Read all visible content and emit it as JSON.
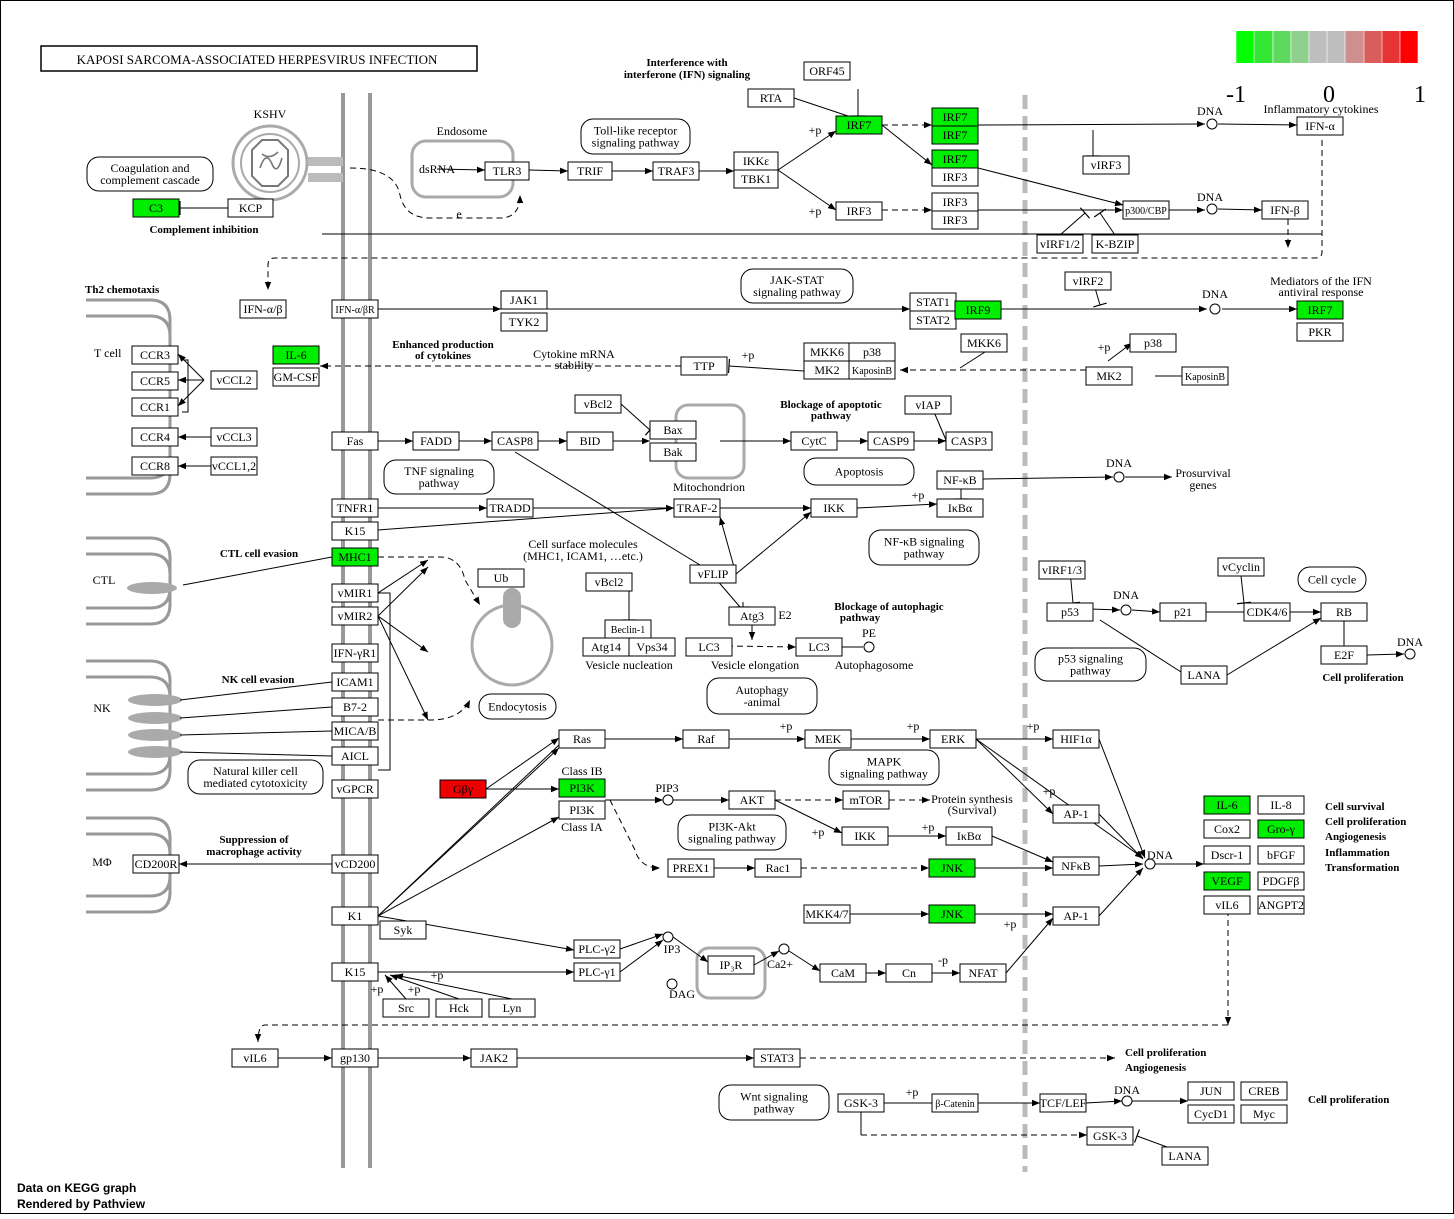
{
  "title": "KAPOSI SARCOMA-ASSOCIATED HERPESVIRUS INFECTION",
  "footer": {
    "line1": "Data on KEGG graph",
    "line2": "Rendered by Pathview"
  },
  "legend": {
    "min_label": "-1",
    "mid_label": "0",
    "max_label": "1",
    "colors": [
      "#00ff00",
      "#33e633",
      "#5ed85e",
      "#8fd08f",
      "#bebebe",
      "#bebebe",
      "#d08f8f",
      "#d85e5e",
      "#e63333",
      "#ff0000"
    ]
  },
  "colors": {
    "down": "#00ee00",
    "up": "#ee0000",
    "node_border": "#000000",
    "membrane": "#a0a0a0"
  },
  "nodes": [
    {
      "id": "n1",
      "label": "C3",
      "fill": "green"
    },
    {
      "id": "n2",
      "label": "KCP",
      "fill": "white"
    },
    {
      "id": "n3",
      "label": "dsRNA",
      "fill": "none"
    },
    {
      "id": "n4",
      "label": "TLR3",
      "fill": "white"
    },
    {
      "id": "n5",
      "label": "TRIF",
      "fill": "white"
    },
    {
      "id": "n6",
      "label": "TRAF3",
      "fill": "white"
    },
    {
      "id": "n7",
      "label": "IKKε",
      "fill": "white"
    },
    {
      "id": "n8",
      "label": "TBK1",
      "fill": "white"
    },
    {
      "id": "n9",
      "label": "IRF7",
      "fill": "green"
    },
    {
      "id": "n10",
      "label": "IRF7",
      "fill": "green"
    },
    {
      "id": "n11",
      "label": "IRF7",
      "fill": "green"
    },
    {
      "id": "n12",
      "label": "IRF7",
      "fill": "green"
    },
    {
      "id": "n13",
      "label": "IRF3",
      "fill": "white"
    },
    {
      "id": "n14",
      "label": "IRF3",
      "fill": "white"
    },
    {
      "id": "n15",
      "label": "IRF3",
      "fill": "white"
    },
    {
      "id": "n16",
      "label": "IRF3",
      "fill": "white"
    },
    {
      "id": "n17",
      "label": "RTA",
      "fill": "white"
    },
    {
      "id": "n18",
      "label": "ORF45",
      "fill": "white"
    },
    {
      "id": "n19",
      "label": "vIRF3",
      "fill": "white"
    },
    {
      "id": "n20",
      "label": "p300/CBP",
      "fill": "white"
    },
    {
      "id": "n21",
      "label": "vIRF1/2",
      "fill": "white"
    },
    {
      "id": "n22",
      "label": "K-BZIP",
      "fill": "white"
    },
    {
      "id": "n23",
      "label": "IFN-α",
      "fill": "white"
    },
    {
      "id": "n24",
      "label": "IFN-β",
      "fill": "white"
    },
    {
      "id": "n25",
      "label": "IFN-α/β",
      "fill": "white"
    },
    {
      "id": "n26",
      "label": "IFN-α/βR",
      "fill": "white"
    },
    {
      "id": "n27",
      "label": "JAK1",
      "fill": "white"
    },
    {
      "id": "n28",
      "label": "TYK2",
      "fill": "white"
    },
    {
      "id": "n29",
      "label": "STAT1",
      "fill": "white"
    },
    {
      "id": "n30",
      "label": "STAT2",
      "fill": "white"
    },
    {
      "id": "n31",
      "label": "IRF9",
      "fill": "green"
    },
    {
      "id": "n32",
      "label": "vIRF2",
      "fill": "white"
    },
    {
      "id": "n33",
      "label": "IRF7",
      "fill": "green"
    },
    {
      "id": "n34",
      "label": "PKR",
      "fill": "white"
    },
    {
      "id": "n35",
      "label": "CCR3",
      "fill": "white"
    },
    {
      "id": "n36",
      "label": "CCR5",
      "fill": "white"
    },
    {
      "id": "n37",
      "label": "CCR1",
      "fill": "white"
    },
    {
      "id": "n38",
      "label": "CCR4",
      "fill": "white"
    },
    {
      "id": "n39",
      "label": "CCR8",
      "fill": "white"
    },
    {
      "id": "n40",
      "label": "vCCL2",
      "fill": "white"
    },
    {
      "id": "n41",
      "label": "vCCL3",
      "fill": "white"
    },
    {
      "id": "n42",
      "label": "vCCL1,2",
      "fill": "white"
    },
    {
      "id": "n43",
      "label": "IL-6",
      "fill": "green"
    },
    {
      "id": "n44",
      "label": "GM-CSF",
      "fill": "white"
    },
    {
      "id": "n45",
      "label": "TTP",
      "fill": "white"
    },
    {
      "id": "n46",
      "label": "MKK6",
      "fill": "white"
    },
    {
      "id": "n47",
      "label": "p38",
      "fill": "white"
    },
    {
      "id": "n48",
      "label": "MK2",
      "fill": "white"
    },
    {
      "id": "n49",
      "label": "KaposinB",
      "fill": "white"
    },
    {
      "id": "n50",
      "label": "MKK6",
      "fill": "white"
    },
    {
      "id": "n51",
      "label": "p38",
      "fill": "white"
    },
    {
      "id": "n52",
      "label": "MK2",
      "fill": "white"
    },
    {
      "id": "n53",
      "label": "KaposinB",
      "fill": "white"
    },
    {
      "id": "n54",
      "label": "vBcl2",
      "fill": "white"
    },
    {
      "id": "n55",
      "label": "Bax",
      "fill": "white"
    },
    {
      "id": "n56",
      "label": "Bak",
      "fill": "white"
    },
    {
      "id": "n57",
      "label": "Fas",
      "fill": "white"
    },
    {
      "id": "n58",
      "label": "FADD",
      "fill": "white"
    },
    {
      "id": "n59",
      "label": "CASP8",
      "fill": "white"
    },
    {
      "id": "n60",
      "label": "BID",
      "fill": "white"
    },
    {
      "id": "n61",
      "label": "CytC",
      "fill": "white"
    },
    {
      "id": "n62",
      "label": "CASP9",
      "fill": "white"
    },
    {
      "id": "n63",
      "label": "vIAP",
      "fill": "white"
    },
    {
      "id": "n64",
      "label": "CASP3",
      "fill": "white"
    },
    {
      "id": "n65",
      "label": "NF-κB",
      "fill": "white"
    },
    {
      "id": "n66",
      "label": "IκBα",
      "fill": "white"
    },
    {
      "id": "n67",
      "label": "TNFR1",
      "fill": "white"
    },
    {
      "id": "n68",
      "label": "TRADD",
      "fill": "white"
    },
    {
      "id": "n69",
      "label": "TRAF-2",
      "fill": "white"
    },
    {
      "id": "n70",
      "label": "IKK",
      "fill": "white"
    },
    {
      "id": "n71",
      "label": "K15",
      "fill": "white"
    },
    {
      "id": "n72",
      "label": "MHC1",
      "fill": "green"
    },
    {
      "id": "n73",
      "label": "vMIR1",
      "fill": "white"
    },
    {
      "id": "n74",
      "label": "vMIR2",
      "fill": "white"
    },
    {
      "id": "n75",
      "label": "IFN-γR1",
      "fill": "white"
    },
    {
      "id": "n76",
      "label": "ICAM1",
      "fill": "white"
    },
    {
      "id": "n77",
      "label": "B7-2",
      "fill": "white"
    },
    {
      "id": "n78",
      "label": "MICA/B",
      "fill": "white"
    },
    {
      "id": "n79",
      "label": "AICL",
      "fill": "white"
    },
    {
      "id": "n80",
      "label": "vGPCR",
      "fill": "white"
    },
    {
      "id": "n81",
      "label": "Gβγ",
      "fill": "red"
    },
    {
      "id": "n82",
      "label": "vCD200",
      "fill": "white"
    },
    {
      "id": "n83",
      "label": "CD200R",
      "fill": "white"
    },
    {
      "id": "n84",
      "label": "Ub",
      "fill": "white"
    },
    {
      "id": "n85",
      "label": "vFLIP",
      "fill": "white"
    },
    {
      "id": "n86",
      "label": "vBcl2",
      "fill": "white"
    },
    {
      "id": "n87",
      "label": "Beclin-1",
      "fill": "white"
    },
    {
      "id": "n88",
      "label": "Atg14",
      "fill": "white"
    },
    {
      "id": "n89",
      "label": "Vps34",
      "fill": "white"
    },
    {
      "id": "n90",
      "label": "Atg3",
      "fill": "white"
    },
    {
      "id": "n91",
      "label": "LC3",
      "fill": "white"
    },
    {
      "id": "n92",
      "label": "LC3",
      "fill": "white"
    },
    {
      "id": "n93",
      "label": "vIRF1/3",
      "fill": "white"
    },
    {
      "id": "n94",
      "label": "p53",
      "fill": "white"
    },
    {
      "id": "n95",
      "label": "p21",
      "fill": "white"
    },
    {
      "id": "n96",
      "label": "vCyclin",
      "fill": "white"
    },
    {
      "id": "n97",
      "label": "CDK4/6",
      "fill": "white"
    },
    {
      "id": "n98",
      "label": "RB",
      "fill": "white"
    },
    {
      "id": "n99",
      "label": "E2F",
      "fill": "white"
    },
    {
      "id": "n100",
      "label": "LANA",
      "fill": "white"
    },
    {
      "id": "n101",
      "label": "Ras",
      "fill": "white"
    },
    {
      "id": "n102",
      "label": "Raf",
      "fill": "white"
    },
    {
      "id": "n103",
      "label": "MEK",
      "fill": "white"
    },
    {
      "id": "n104",
      "label": "ERK",
      "fill": "white"
    },
    {
      "id": "n105",
      "label": "HIF1α",
      "fill": "white"
    },
    {
      "id": "n106",
      "label": "PI3K",
      "fill": "green"
    },
    {
      "id": "n107",
      "label": "PI3K",
      "fill": "white"
    },
    {
      "id": "n108",
      "label": "AKT",
      "fill": "white"
    },
    {
      "id": "n109",
      "label": "mTOR",
      "fill": "white"
    },
    {
      "id": "n110",
      "label": "IKK",
      "fill": "white"
    },
    {
      "id": "n111",
      "label": "IκBα",
      "fill": "white"
    },
    {
      "id": "n112",
      "label": "AP-1",
      "fill": "white"
    },
    {
      "id": "n113",
      "label": "NFκB",
      "fill": "white"
    },
    {
      "id": "n114",
      "label": "PREX1",
      "fill": "white"
    },
    {
      "id": "n115",
      "label": "Rac1",
      "fill": "white"
    },
    {
      "id": "n116",
      "label": "JNK",
      "fill": "green"
    },
    {
      "id": "n117",
      "label": "MKK4/7",
      "fill": "white"
    },
    {
      "id": "n118",
      "label": "JNK",
      "fill": "green"
    },
    {
      "id": "n119",
      "label": "AP-1",
      "fill": "white"
    },
    {
      "id": "n120",
      "label": "K1",
      "fill": "white"
    },
    {
      "id": "n121",
      "label": "Syk",
      "fill": "white"
    },
    {
      "id": "n122",
      "label": "K15",
      "fill": "white"
    },
    {
      "id": "n123",
      "label": "PLC-γ2",
      "fill": "white"
    },
    {
      "id": "n124",
      "label": "PLC-γ1",
      "fill": "white"
    },
    {
      "id": "n125",
      "label": "IP₃R",
      "fill": "white"
    },
    {
      "id": "n126",
      "label": "CaM",
      "fill": "white"
    },
    {
      "id": "n127",
      "label": "Cn",
      "fill": "white"
    },
    {
      "id": "n128",
      "label": "NFAT",
      "fill": "white"
    },
    {
      "id": "n129",
      "label": "Src",
      "fill": "white"
    },
    {
      "id": "n130",
      "label": "Hck",
      "fill": "white"
    },
    {
      "id": "n131",
      "label": "Lyn",
      "fill": "white"
    },
    {
      "id": "n132",
      "label": "IL-6",
      "fill": "green"
    },
    {
      "id": "n133",
      "label": "IL-8",
      "fill": "white"
    },
    {
      "id": "n134",
      "label": "Cox2",
      "fill": "white"
    },
    {
      "id": "n135",
      "label": "Gro-γ",
      "fill": "green"
    },
    {
      "id": "n136",
      "label": "Dscr-1",
      "fill": "white"
    },
    {
      "id": "n137",
      "label": "bFGF",
      "fill": "white"
    },
    {
      "id": "n138",
      "label": "VEGF",
      "fill": "green"
    },
    {
      "id": "n139",
      "label": "PDGFβ",
      "fill": "white"
    },
    {
      "id": "n140",
      "label": "vIL6",
      "fill": "white"
    },
    {
      "id": "n141",
      "label": "ANGPT2",
      "fill": "white"
    },
    {
      "id": "n142",
      "label": "vIL6",
      "fill": "white"
    },
    {
      "id": "n143",
      "label": "gp130",
      "fill": "white"
    },
    {
      "id": "n144",
      "label": "JAK2",
      "fill": "white"
    },
    {
      "id": "n145",
      "label": "STAT3",
      "fill": "white"
    },
    {
      "id": "n146",
      "label": "GSK-3",
      "fill": "white"
    },
    {
      "id": "n147",
      "label": "β-Catenin",
      "fill": "white"
    },
    {
      "id": "n148",
      "label": "TCF/LEF",
      "fill": "white"
    },
    {
      "id": "n149",
      "label": "JUN",
      "fill": "white"
    },
    {
      "id": "n150",
      "label": "CREB",
      "fill": "white"
    },
    {
      "id": "n151",
      "label": "CycD1",
      "fill": "white"
    },
    {
      "id": "n152",
      "label": "Myc",
      "fill": "white"
    },
    {
      "id": "n153",
      "label": "GSK-3",
      "fill": "white"
    },
    {
      "id": "n154",
      "label": "LANA",
      "fill": "white"
    }
  ],
  "pathway_boxes": [
    {
      "id": "p1",
      "lines": [
        "Coagulation and",
        "complement cascade"
      ]
    },
    {
      "id": "p2",
      "lines": [
        "Toll-like receptor",
        "signaling pathway"
      ]
    },
    {
      "id": "p3",
      "lines": [
        "JAK-STAT",
        "signaling pathway"
      ]
    },
    {
      "id": "p4",
      "lines": [
        "TNF signaling",
        "pathway"
      ]
    },
    {
      "id": "p5",
      "lines": [
        "Apoptosis"
      ]
    },
    {
      "id": "p6",
      "lines": [
        "NF-κB signaling",
        "pathway"
      ]
    },
    {
      "id": "p7",
      "lines": [
        "Cell cycle"
      ]
    },
    {
      "id": "p8",
      "lines": [
        "p53 signaling",
        "pathway"
      ]
    },
    {
      "id": "p9",
      "lines": [
        "Autophagy",
        "-animal"
      ]
    },
    {
      "id": "p10",
      "lines": [
        "Endocytosis"
      ]
    },
    {
      "id": "p11",
      "lines": [
        "Natural killer cell",
        "mediated cytotoxicity"
      ]
    },
    {
      "id": "p12",
      "lines": [
        "MAPK",
        "signaling pathway"
      ]
    },
    {
      "id": "p13",
      "lines": [
        "PI3K-Akt",
        "signaling pathway"
      ]
    },
    {
      "id": "p14",
      "lines": [
        "Wnt signaling",
        "pathway"
      ]
    }
  ],
  "labels": [
    {
      "id": "t1",
      "text": "KSHV",
      "bold": false
    },
    {
      "id": "t2",
      "text": "Endosome",
      "bold": false
    },
    {
      "id": "t3",
      "text": "Complement inhibition",
      "bold": true
    },
    {
      "id": "t4",
      "text": "Interference with",
      "bold": true
    },
    {
      "id": "t5",
      "text": "interferone (IFN) signaling",
      "bold": true
    },
    {
      "id": "t6",
      "text": "DNA",
      "bold": false
    },
    {
      "id": "t7",
      "text": "Inflammatory cytokines",
      "bold": false
    },
    {
      "id": "t8",
      "text": "DNA",
      "bold": false
    },
    {
      "id": "t9",
      "text": "Th2 chemotaxis",
      "bold": true
    },
    {
      "id": "t10",
      "text": "T cell",
      "bold": false
    },
    {
      "id": "t11",
      "text": "DNA",
      "bold": false
    },
    {
      "id": "t12",
      "text": "Mediators of the IFN",
      "bold": false
    },
    {
      "id": "t13",
      "text": "antiviral response",
      "bold": false
    },
    {
      "id": "t14",
      "text": "Enhanced production",
      "bold": true
    },
    {
      "id": "t15",
      "text": "of cytokines",
      "bold": true
    },
    {
      "id": "t16",
      "text": "Cytokine mRNA",
      "bold": false
    },
    {
      "id": "t17",
      "text": "stability",
      "bold": false
    },
    {
      "id": "t18",
      "text": "Blockage of apoptotic",
      "bold": true
    },
    {
      "id": "t19",
      "text": "pathway",
      "bold": true
    },
    {
      "id": "t20",
      "text": "Mitochondrion",
      "bold": false
    },
    {
      "id": "t21",
      "text": "DNA",
      "bold": false
    },
    {
      "id": "t22",
      "text": "Prosurvival",
      "bold": false
    },
    {
      "id": "t23",
      "text": "genes",
      "bold": false
    },
    {
      "id": "t24",
      "text": "CTL cell evasion",
      "bold": true
    },
    {
      "id": "t25",
      "text": "CTL",
      "bold": false
    },
    {
      "id": "t26",
      "text": "Cell surface molecules",
      "bold": false
    },
    {
      "id": "t27",
      "text": "(MHC1, ICAM1, …etc.)",
      "bold": false
    },
    {
      "id": "t28",
      "text": "Blockage of autophagic",
      "bold": true
    },
    {
      "id": "t29",
      "text": "pathway",
      "bold": true
    },
    {
      "id": "t30",
      "text": "E2",
      "bold": false
    },
    {
      "id": "t31",
      "text": "PE",
      "bold": false
    },
    {
      "id": "t32",
      "text": "Vesicle nucleation",
      "bold": false
    },
    {
      "id": "t33",
      "text": "Vesicle elongation",
      "bold": false
    },
    {
      "id": "t34",
      "text": "Autophagosome",
      "bold": false
    },
    {
      "id": "t35",
      "text": "DNA",
      "bold": false
    },
    {
      "id": "t36",
      "text": "DNA",
      "bold": false
    },
    {
      "id": "t37",
      "text": "Cell proliferation",
      "bold": true
    },
    {
      "id": "t38",
      "text": "NK cell evasion",
      "bold": true
    },
    {
      "id": "t39",
      "text": "NK",
      "bold": false
    },
    {
      "id": "t40",
      "text": "Class IB",
      "bold": false
    },
    {
      "id": "t41",
      "text": "Class IA",
      "bold": false
    },
    {
      "id": "t42",
      "text": "PIP3",
      "bold": false
    },
    {
      "id": "t43",
      "text": "Protein synthesis",
      "bold": false
    },
    {
      "id": "t44",
      "text": "(Survival)",
      "bold": false
    },
    {
      "id": "t45",
      "text": "DNA",
      "bold": false
    },
    {
      "id": "t46",
      "text": "Cell survival",
      "bold": true
    },
    {
      "id": "t47",
      "text": "Cell proliferation",
      "bold": true
    },
    {
      "id": "t48",
      "text": "Angiogenesis",
      "bold": true
    },
    {
      "id": "t49",
      "text": "Inflammation",
      "bold": true
    },
    {
      "id": "t50",
      "text": "Transformation",
      "bold": true
    },
    {
      "id": "t51",
      "text": "Suppression of",
      "bold": true
    },
    {
      "id": "t52",
      "text": "macrophage activity",
      "bold": true
    },
    {
      "id": "t53",
      "text": "MΦ",
      "bold": false
    },
    {
      "id": "t54",
      "text": "IP3",
      "bold": false
    },
    {
      "id": "t55",
      "text": "Ca2+",
      "bold": false
    },
    {
      "id": "t56",
      "text": "DAG",
      "bold": false
    },
    {
      "id": "t57",
      "text": "Cell proliferation",
      "bold": true
    },
    {
      "id": "t58",
      "text": "Angiogenesis",
      "bold": true
    },
    {
      "id": "t59",
      "text": "DNA",
      "bold": false
    },
    {
      "id": "t60",
      "text": "Cell proliferation",
      "bold": true
    },
    {
      "id": "t61",
      "text": "e",
      "bold": false
    }
  ],
  "edge_marks": [
    "+p",
    "+p",
    "+p",
    "+p",
    "+p",
    "+p",
    "+p",
    "+p",
    "+p",
    "+p",
    "+p",
    "+p",
    "+p",
    "+p",
    "+p",
    "+p",
    "-p"
  ]
}
